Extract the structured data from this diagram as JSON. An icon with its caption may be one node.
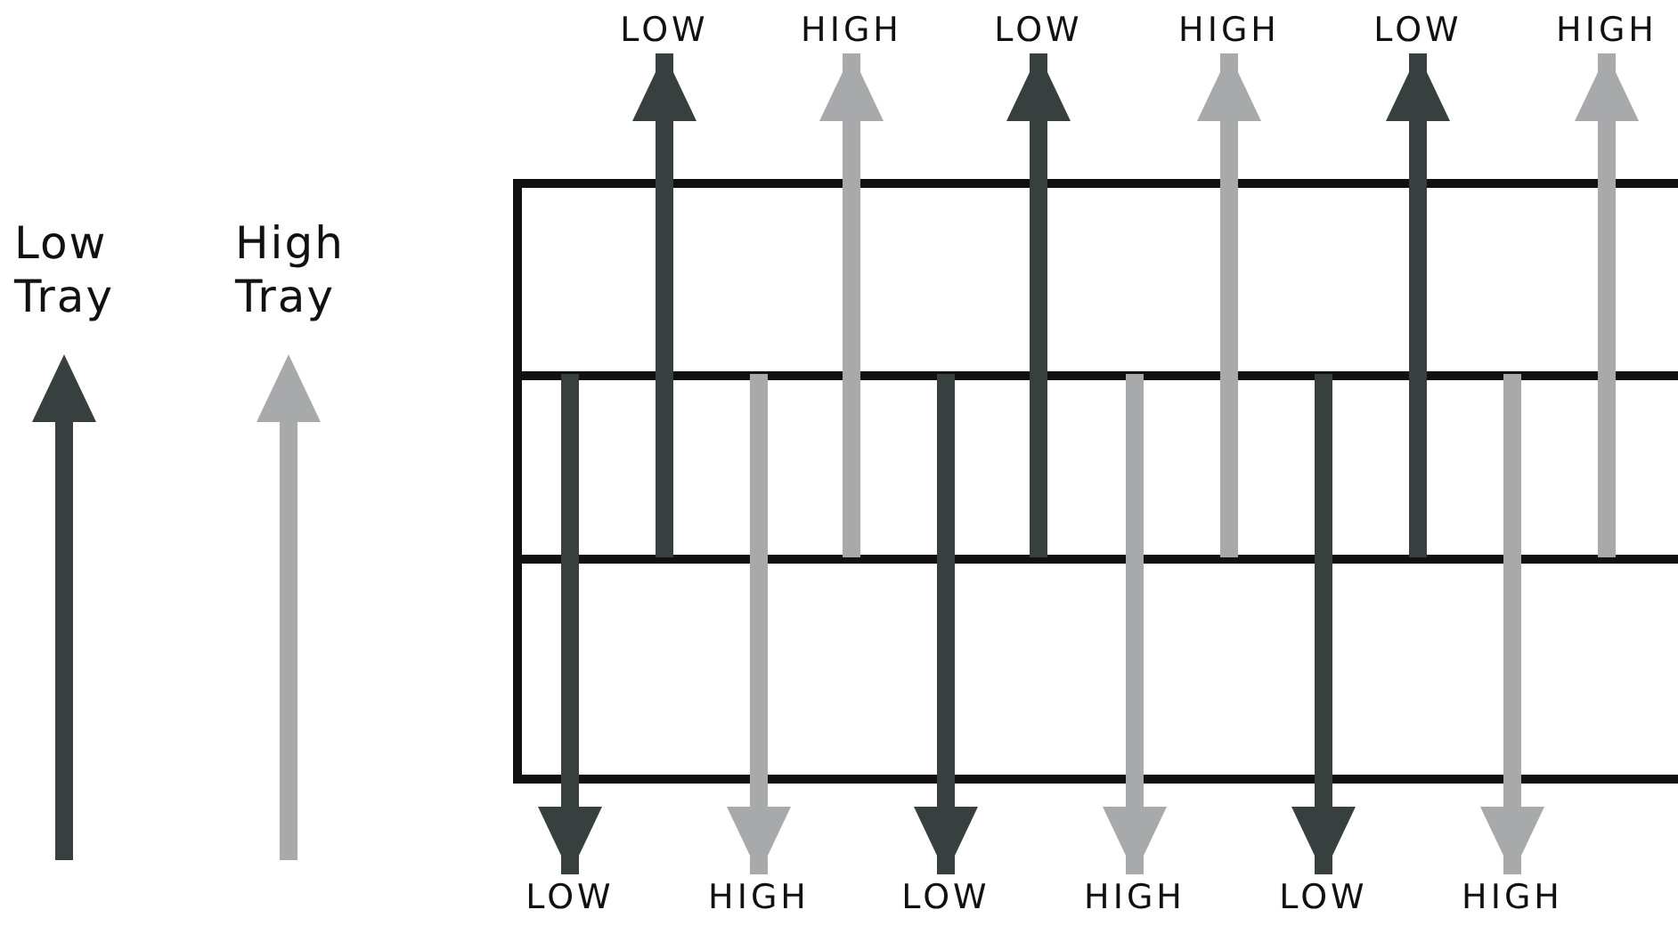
{
  "diagram": {
    "nodes": [
      {
        "text": [
          "LOW"
        ]
      },
      {
        "text": [
          "HIGH"
        ]
      },
      {
        "text": [
          "LOW"
        ]
      },
      {
        "text": [
          "HIGH"
        ]
      },
      {
        "text": [
          "LOW"
        ]
      },
      {
        "text": [
          "HIGH"
        ]
      },
      {
        "text": [
          "LOW"
        ]
      },
      {
        "text": [
          "HIGH"
        ]
      },
      {
        "text": [
          "LOW"
        ]
      },
      {
        "text": [
          "HIGH"
        ]
      },
      {
        "text": [
          "LOW"
        ]
      },
      {
        "text": [
          "HIGH"
        ]
      }
    ],
    "edges": [
      {
        "from": null,
        "to": 0,
        "arrow": "to"
      },
      {
        "from": null,
        "to": 1,
        "arrow": "to",
        "color": "#a7a9aa"
      },
      {
        "from": null,
        "to": 2,
        "arrow": "to"
      },
      {
        "from": null,
        "to": 3,
        "arrow": "to",
        "color": "#a7a9aa"
      },
      {
        "from": null,
        "to": 4,
        "arrow": "to"
      },
      {
        "from": null,
        "to": 5,
        "arrow": "to",
        "color": "#a7a9aa"
      },
      {
        "from": null,
        "to": 6,
        "arrow": "to"
      },
      {
        "from": null,
        "to": 7,
        "arrow": "to",
        "color": "#a7a9aa"
      },
      {
        "from": null,
        "to": 8,
        "arrow": "to"
      },
      {
        "from": null,
        "to": 9,
        "arrow": "to",
        "color": "#a7a9aa"
      },
      {
        "from": null,
        "to": 10,
        "arrow": "to"
      },
      {
        "from": null,
        "to": 11,
        "arrow": "to",
        "color": "#a7a9aa"
      }
    ],
    "legend": [
      {
        "text": "Low Tray"
      },
      {
        "text": "High Tray"
      }
    ]
  }
}
